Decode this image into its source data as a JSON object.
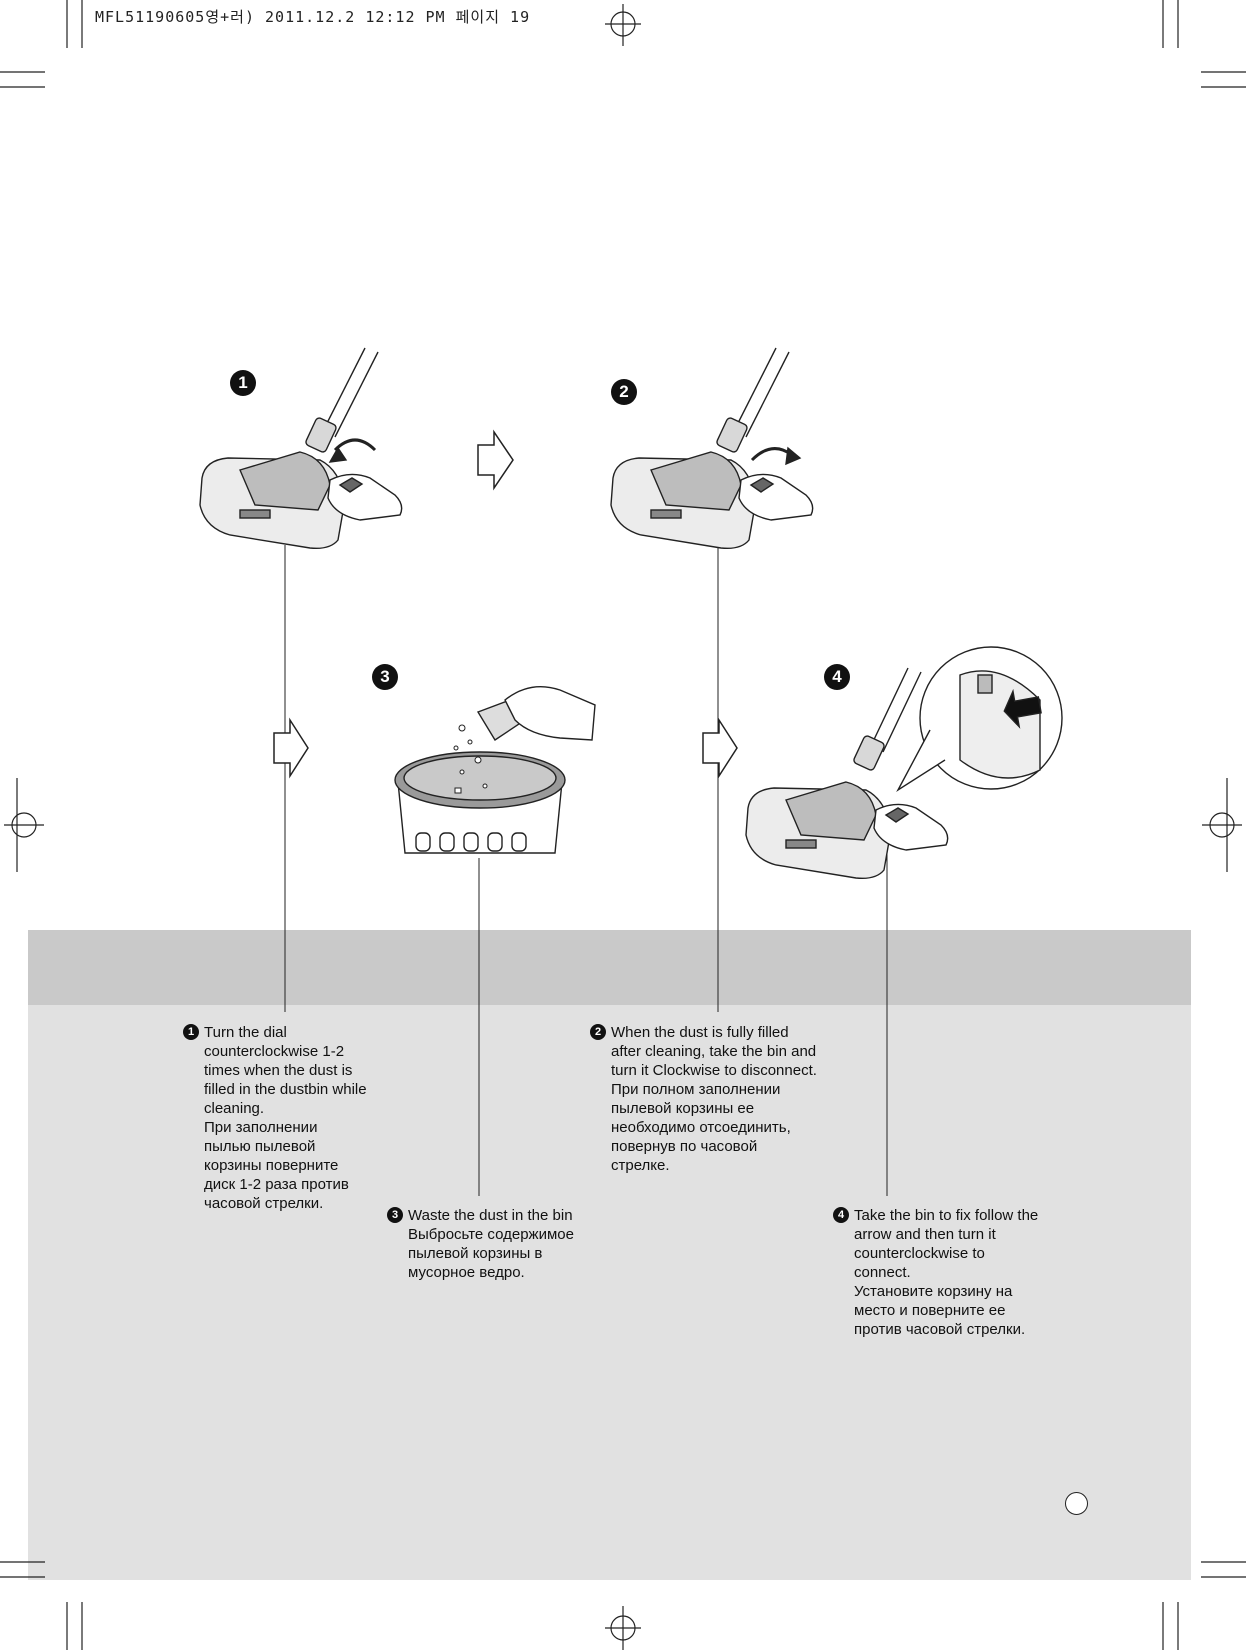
{
  "header": {
    "print_info": "MFL51190605영+러) 2011.12.2 12:12 PM 페이지 19"
  },
  "badges": [
    "1",
    "2",
    "3",
    "4"
  ],
  "steps": [
    {
      "number": "1",
      "en": [
        "Turn the dial",
        "counterclockwise 1-2",
        "times when the dust is",
        "filled in the dustbin while",
        "cleaning."
      ],
      "ru": [
        "При заполнении",
        "пылью пылевой",
        "корзины поверните",
        "диск 1-2 раза против",
        "часовой стрелки."
      ]
    },
    {
      "number": "2",
      "en": [
        "When the dust is fully filled",
        "after cleaning, take the bin and",
        "turn it Clockwise to disconnect."
      ],
      "ru": [
        "При полном заполнении",
        "пылевой корзины ее",
        "необходимо отсоединить,",
        "повернув по часовой",
        "стрелке."
      ]
    },
    {
      "number": "3",
      "en": [
        "Waste the dust in the bin"
      ],
      "ru": [
        "Выбросьте содержимое",
        "пылевой корзины в",
        "мусорное ведро."
      ]
    },
    {
      "number": "4",
      "en": [
        "Take the bin to fix follow the",
        "arrow and then turn it",
        "counterclockwise to",
        "connect."
      ],
      "ru": [
        "Установите корзину на",
        "место и поверните ее",
        "против часовой стрелки."
      ]
    }
  ]
}
